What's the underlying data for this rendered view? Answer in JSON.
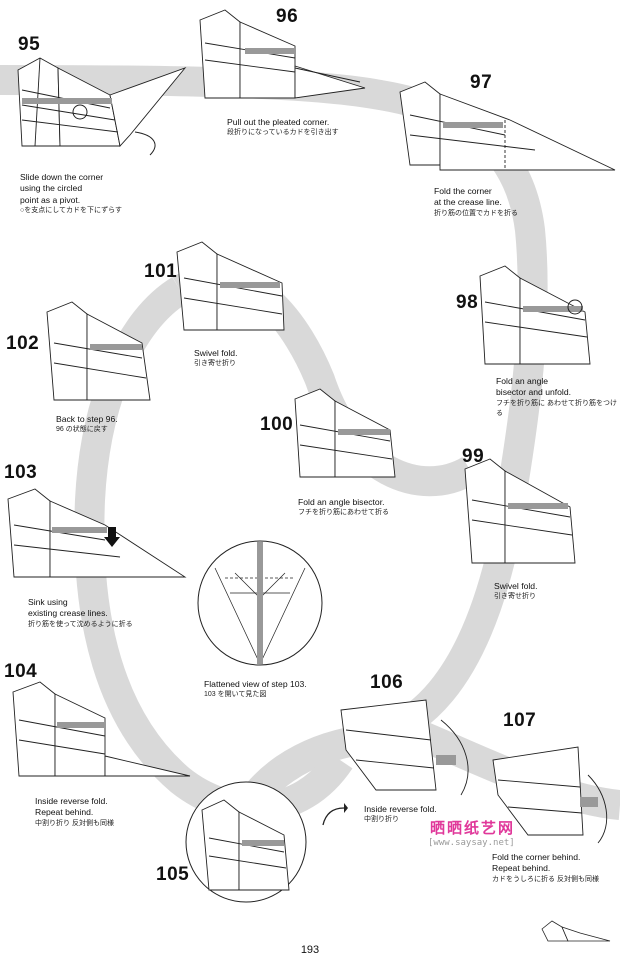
{
  "page_number": "193",
  "watermark": {
    "logo": "晒晒纸艺网",
    "url": "[www.saysay.net]"
  },
  "steps": [
    {
      "num": "95",
      "en": [
        "Slide down the corner",
        "using the circled",
        "point as a pivot."
      ],
      "ja": "○を支点にしてカドを下にずらす"
    },
    {
      "num": "96",
      "en": [
        "Pull out the pleated corner."
      ],
      "ja": "段折りになっているカドを引き出す"
    },
    {
      "num": "97",
      "en": [
        "Fold the corner",
        "at the crease line."
      ],
      "ja": "折り筋の位置でカドを折る"
    },
    {
      "num": "98",
      "en": [
        "Fold an angle",
        "bisector and unfold."
      ],
      "ja": "フチを折り筋に あわせて折り筋をつける"
    },
    {
      "num": "99",
      "en": [
        "Swivel fold."
      ],
      "ja": "引き寄せ折り"
    },
    {
      "num": "100",
      "en": [
        "Fold an angle bisector."
      ],
      "ja": "フチを折り筋にあわせて折る"
    },
    {
      "num": "101",
      "en": [
        "Swivel fold."
      ],
      "ja": "引き寄せ折り"
    },
    {
      "num": "102",
      "en": [
        "Back to step 96."
      ],
      "ja": "96 の状態に戻す"
    },
    {
      "num": "103",
      "en": [
        "Sink using",
        "existing crease lines."
      ],
      "ja": "折り筋を使って沈めるように折る"
    },
    {
      "num": "",
      "en": [
        "Flattened view of step 103."
      ],
      "ja": "103 を開いて見た図"
    },
    {
      "num": "104",
      "en": [
        "Inside reverse fold.",
        "Repeat behind."
      ],
      "ja": "中割り折り 反対側も同様"
    },
    {
      "num": "105",
      "en": [],
      "ja": ""
    },
    {
      "num": "106",
      "en": [
        "Inside reverse fold."
      ],
      "ja": "中割り折り"
    },
    {
      "num": "107",
      "en": [
        "Fold the corner behind.",
        "Repeat behind."
      ],
      "ja": "カドをうしろに折る 反対側も同様"
    }
  ]
}
